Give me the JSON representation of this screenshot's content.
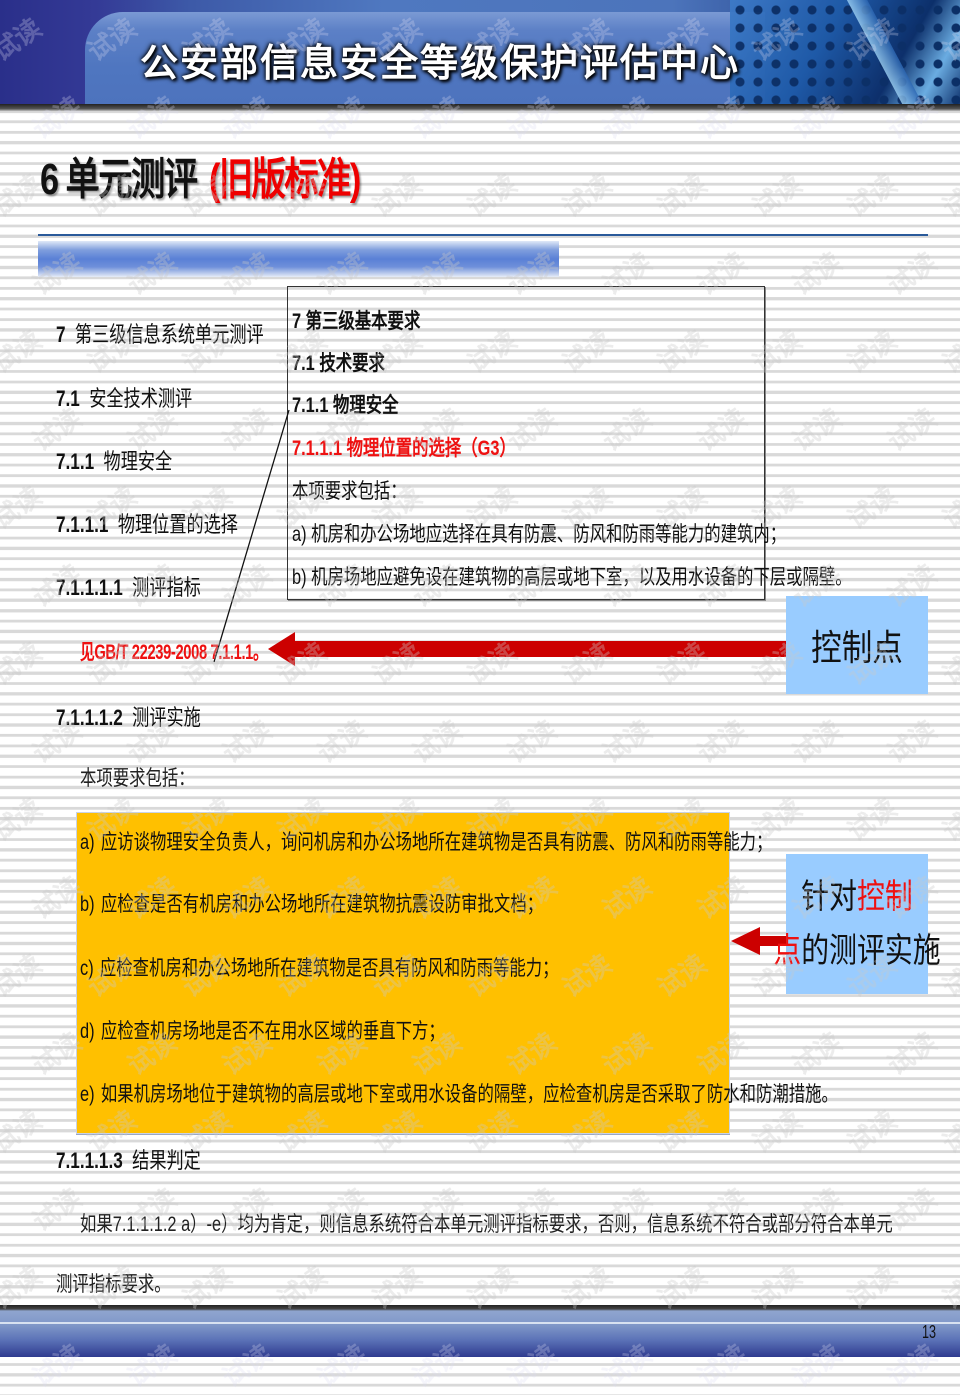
{
  "header": {
    "title": "公安部信息安全等级保护评估中心"
  },
  "page_title": {
    "prefix": "6 单元测评",
    "highlight": "(旧版标准)"
  },
  "outline": [
    {
      "num": "7",
      "label": "第三级信息系统单元测评"
    },
    {
      "num": "7.1",
      "label": "安全技术测评"
    },
    {
      "num": "7.1.1",
      "label": "物理安全"
    },
    {
      "num": "7.1.1.1",
      "label": "物理位置的选择"
    },
    {
      "num": "7.1.1.1.1",
      "label": "测评指标"
    }
  ],
  "requirement_box": {
    "lines": [
      "7 第三级基本要求",
      "7.1 技术要求",
      "7.1.1 物理安全",
      "7.1.1.1 物理位置的选择（G3）",
      "本项要求包括：",
      "a) 机房和办公场地应选择在具有防震、防风和防雨等能力的建筑内；",
      "b) 机房场地应避免设在建筑物的高层或地下室，以及用水设备的下层或隔壁。"
    ]
  },
  "reference": {
    "text": "见GB/T 22239-2008 7.1.1.1。"
  },
  "control_point": {
    "label": "控制点"
  },
  "implementation": {
    "num": "7.1.1.1.2",
    "label": "测评实施",
    "intro": "本项要求包括：",
    "items": [
      {
        "marker": "a)",
        "text": "应访谈物理安全负责人，询问机房和办公场地所在建筑物是否具有防震、防风和防雨等能力；"
      },
      {
        "marker": "b)",
        "text": "应检查是否有机房和办公场地所在建筑物抗震设防审批文档；"
      },
      {
        "marker": "c)",
        "text": "应检查机房和办公场地所在建筑物是否具有防风和防雨等能力；"
      },
      {
        "marker": "d)",
        "text": "应检查机房场地是否不在用水区域的垂直下方；"
      },
      {
        "marker": "e)",
        "text": "如果机房场地位于建筑物的高层或地下室或用水设备的隔壁，应检查机房是否采取了防水和防潮措施。"
      }
    ]
  },
  "implementation_callout": {
    "line1_a": "针对",
    "line1_b": "控制",
    "line2_a": "点",
    "line2_b": "的测评实施"
  },
  "result": {
    "num": "7.1.1.1.3",
    "label": "结果判定",
    "text_line1": "如果7.1.1.1.2 a）-e）均为肯定，则信息系统符合本单元测评指标要求，否则，信息系统不符合或部分符合本单元",
    "text_line2": "测评指标要求。"
  },
  "footer": {
    "page_number": "13"
  },
  "watermark": {
    "text": "试读"
  },
  "colors": {
    "accent_red": "#ee1111",
    "callout_blue": "#99ccff",
    "highlight_orange": "#ffc000",
    "arrow_red": "#cc0000",
    "header_blue": "#4f76c0"
  }
}
